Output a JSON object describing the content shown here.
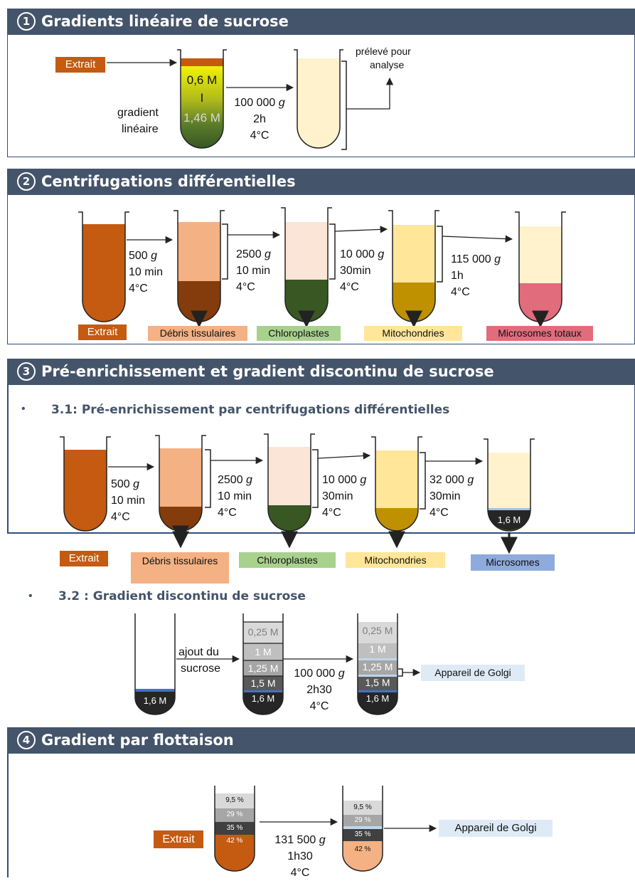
{
  "colors": {
    "header_bg": "#44546a",
    "extrait": "#c55a11",
    "debris": "#f4b183",
    "chloroplastes": "#a9d18e",
    "mitochondries": "#ffe699",
    "microsomes_totaux": "#e06c7c",
    "microsomes": "#8faadc",
    "golgi": "#deebf7"
  },
  "s1": {
    "num": "1",
    "title": "Gradients linéaire de sucrose",
    "extrait": "Extrait",
    "top_conc": "0,6 M",
    "mid_mark": "I",
    "bottom_conc": "1,46 M",
    "gradient_line1": "gradient",
    "gradient_line2": "linéaire",
    "cond": [
      "100 000 g",
      "2h",
      "4°C"
    ],
    "sample_line1": "prélevé pour",
    "sample_line2": "analyse"
  },
  "s2": {
    "num": "2",
    "title": "Centrifugations différentielles",
    "steps": [
      {
        "cond": [
          "500 g",
          "10 min",
          "4°C"
        ]
      },
      {
        "cond": [
          "2500 g",
          "10 min",
          "4°C"
        ]
      },
      {
        "cond": [
          "10 000 g",
          "30min",
          "4°C"
        ]
      },
      {
        "cond": [
          "115 000 g",
          "1h",
          "4°C"
        ]
      }
    ],
    "labels": [
      "Extrait",
      "Débris tissulaires",
      "Chloroplastes",
      "Mitochondries",
      "Microsomes totaux"
    ]
  },
  "s3": {
    "num": "3",
    "title": "Pré-enrichissement et gradient discontinu de sucrose",
    "sub1": "3.1: Pré-enrichissement par centrifugations différentielles",
    "steps": [
      {
        "cond": [
          "500 g",
          "10 min",
          "4°C"
        ]
      },
      {
        "cond": [
          "2500 g",
          "10 min",
          "4°C"
        ]
      },
      {
        "cond": [
          "10 000 g",
          "30min",
          "4°C"
        ]
      },
      {
        "cond": [
          "32 000 g",
          "30min",
          "4°C"
        ]
      }
    ],
    "labels": [
      "Extrait",
      "Débris tissulaires",
      "Chloroplastes",
      "Mitochondries",
      "Microsomes"
    ],
    "cushion": "1,6 M",
    "sub2": "3.2 : Gradient discontinu de sucrose",
    "add_line1": "ajout du",
    "add_line2": "sucrose",
    "layers": [
      "0,25 M",
      "1 M",
      "1,25 M",
      "1,5 M",
      "1,6 M"
    ],
    "cond": [
      "100 000 g",
      "2h30",
      "4°C"
    ],
    "golgi": "Appareil de Golgi"
  },
  "s4": {
    "num": "4",
    "title": "Gradient par flottaison",
    "extrait": "Extrait",
    "layers": [
      "9,5 %",
      "29 %",
      "35 %",
      "42 %"
    ],
    "cond": [
      "131 500 g",
      "1h30",
      "4°C"
    ],
    "golgi": "Appareil de Golgi"
  }
}
